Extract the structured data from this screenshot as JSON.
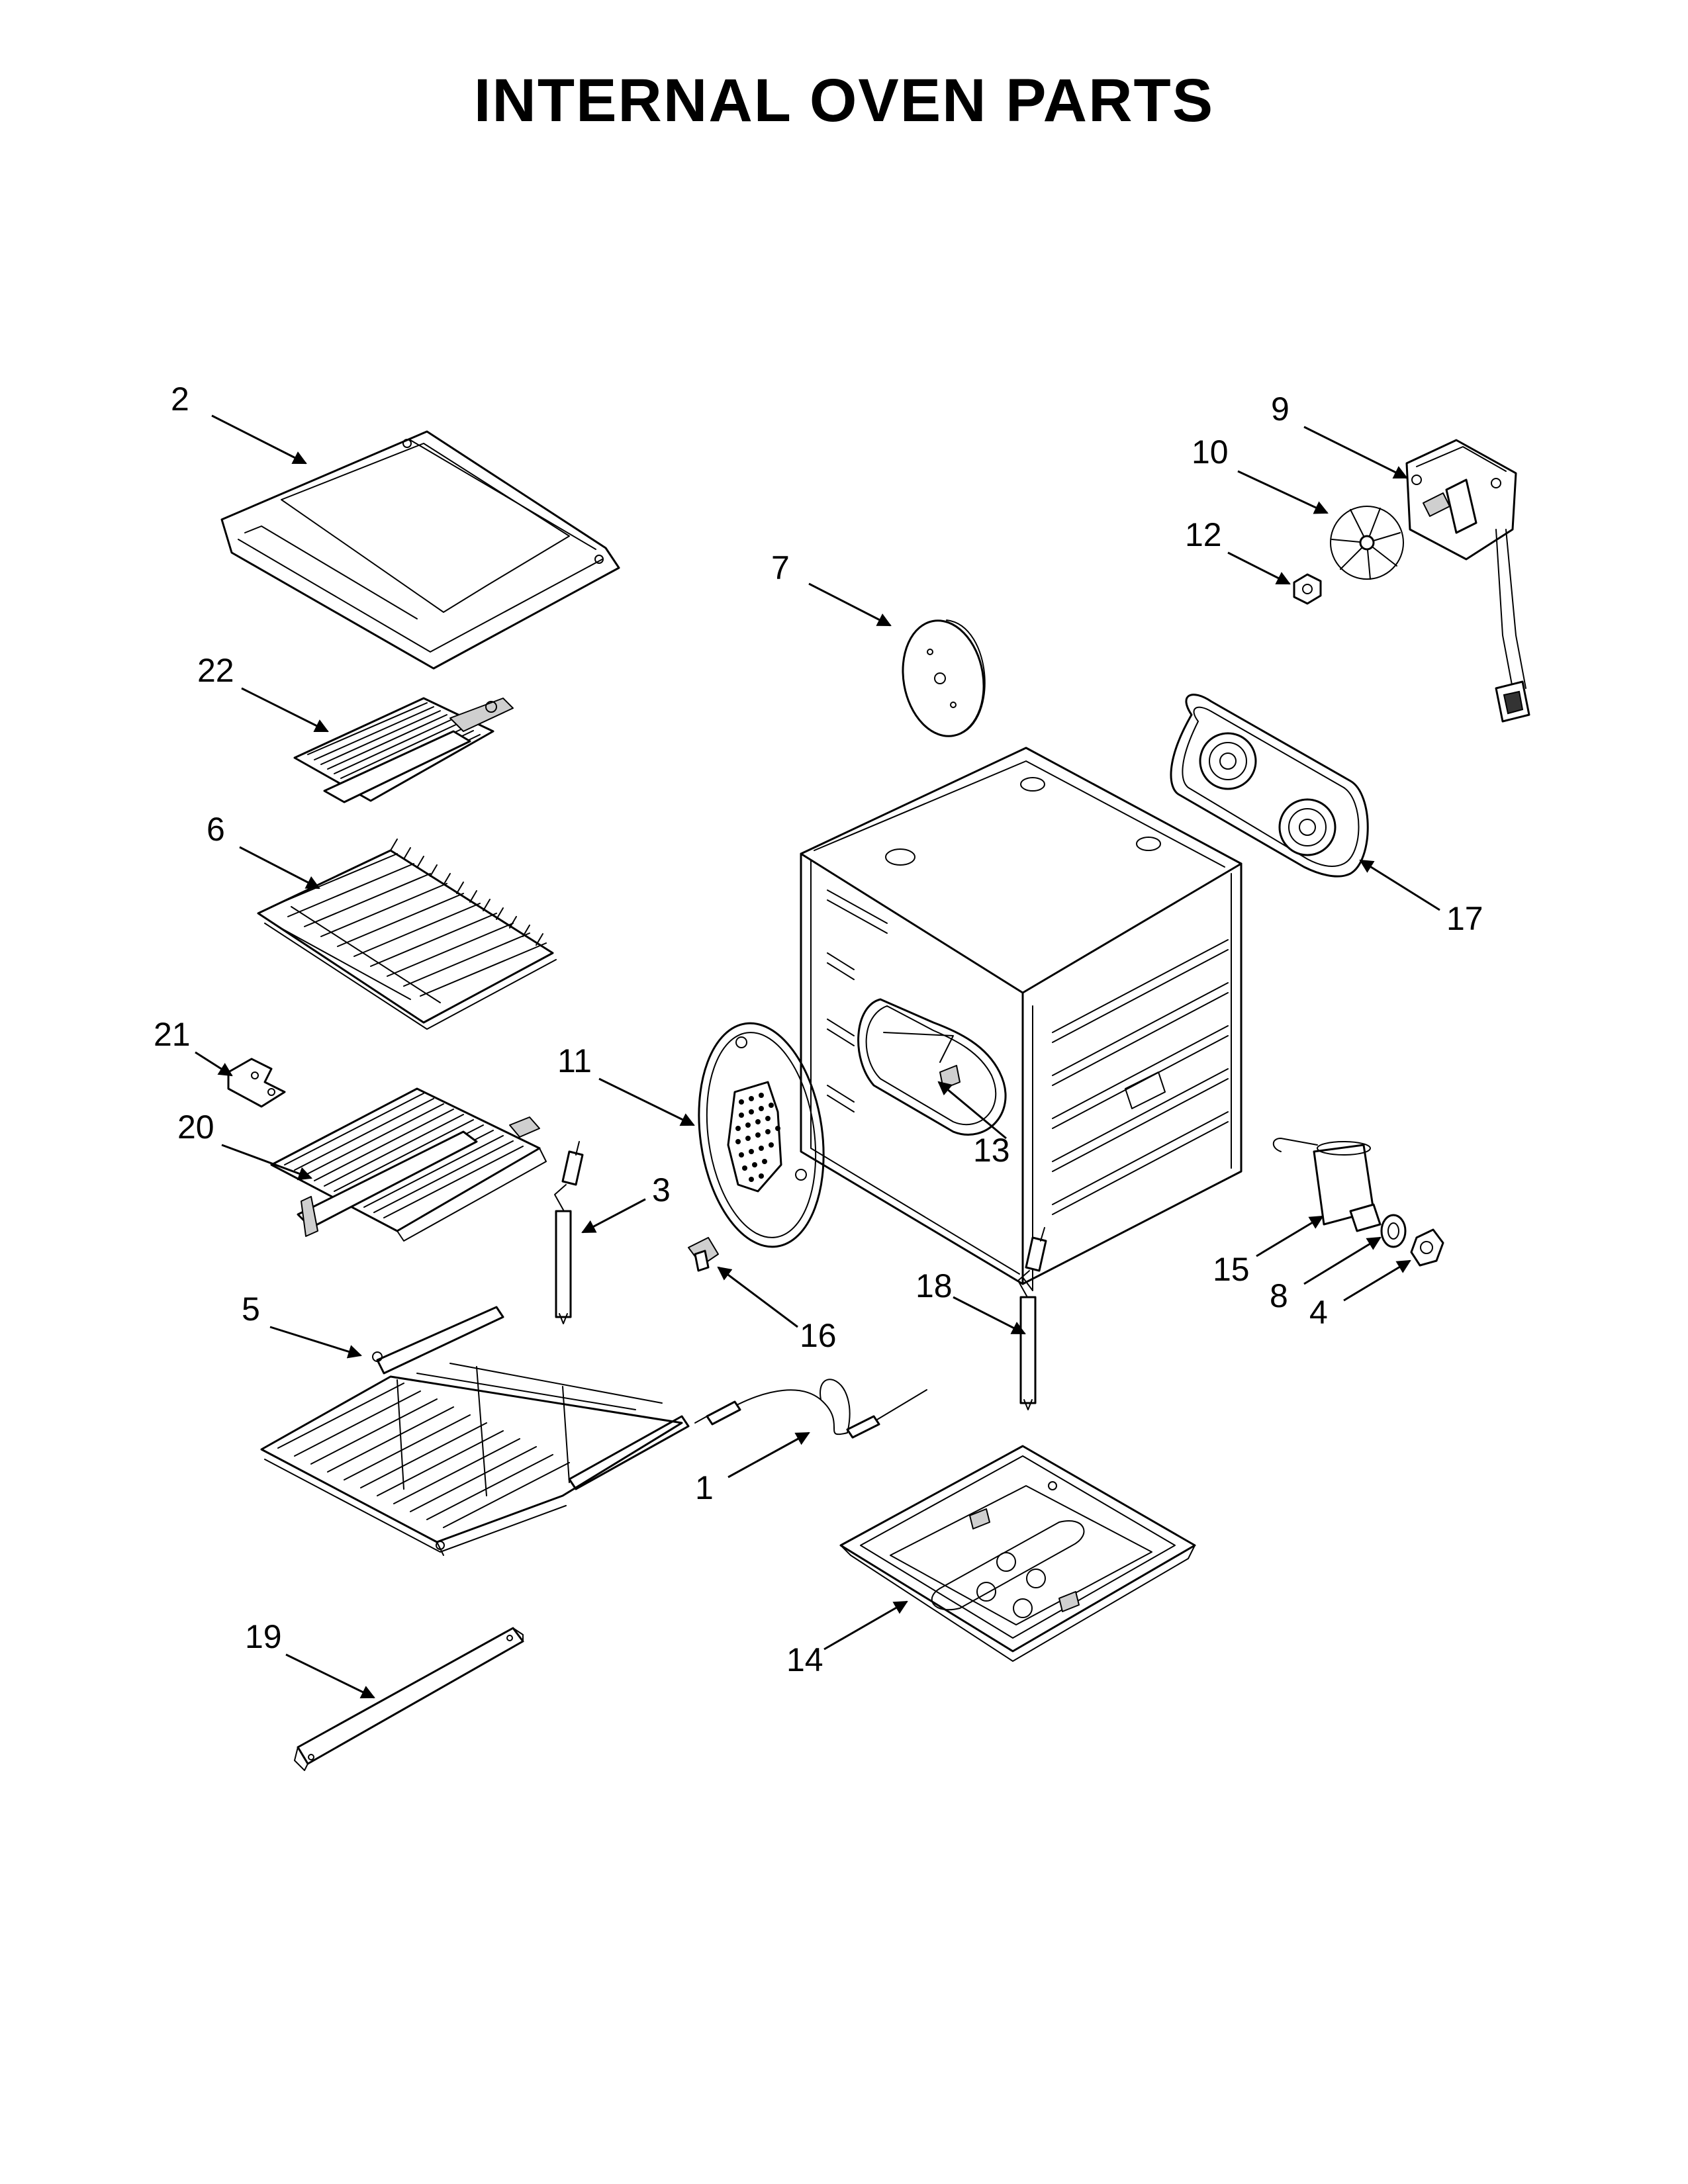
{
  "title": "INTERNAL OVEN PARTS",
  "callouts": [
    "1",
    "2",
    "3",
    "4",
    "5",
    "6",
    "7",
    "8",
    "9",
    "10",
    "11",
    "12",
    "13",
    "14",
    "15",
    "16",
    "17",
    "18",
    "19",
    "20",
    "21",
    "22"
  ]
}
